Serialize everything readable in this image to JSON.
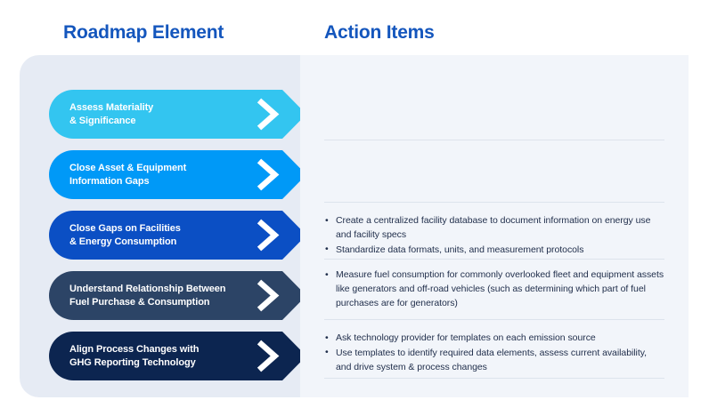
{
  "headers": {
    "left": "Roadmap Element",
    "right": "Action Items"
  },
  "colors": {
    "heading": "#1456bd",
    "panel_left_bg": "#e6ebf4",
    "panel_right_bg": "#f2f5fa",
    "divider": "#dde3ec",
    "body_text": "#1f2d4a",
    "arrow_text": "#ffffff"
  },
  "roadmap_elements": [
    {
      "line1": "Assess Materiality",
      "line2": "& Significance",
      "color": "#33c5f0"
    },
    {
      "line1": "Close Asset & Equipment",
      "line2": "Information Gaps",
      "color": "#0099f7"
    },
    {
      "line1": "Close Gaps on Facilities",
      "line2": "& Energy Consumption",
      "color": "#0b4fc4"
    },
    {
      "line1": "Understand Relationship Between",
      "line2": "Fuel Purchase & Consumption",
      "color": "#2c4466"
    },
    {
      "line1": "Align Process Changes with",
      "line2": "GHG Reporting Technology",
      "color": "#0c2550"
    }
  ],
  "action_groups": [
    {
      "items": []
    },
    {
      "items": []
    },
    {
      "items": [
        "Create a centralized facility database to document information on energy use and facility specs",
        "Standardize data formats, units, and measurement protocols"
      ]
    },
    {
      "items": [
        "Measure fuel consumption for commonly overlooked fleet and equipment assets like generators and off-road vehicles (such as determining which part of fuel purchases are for generators)"
      ]
    },
    {
      "items": [
        "Ask technology provider for templates on each emission source",
        "Use templates to identify required data elements, assess current availability, and drive system & process changes"
      ]
    }
  ]
}
